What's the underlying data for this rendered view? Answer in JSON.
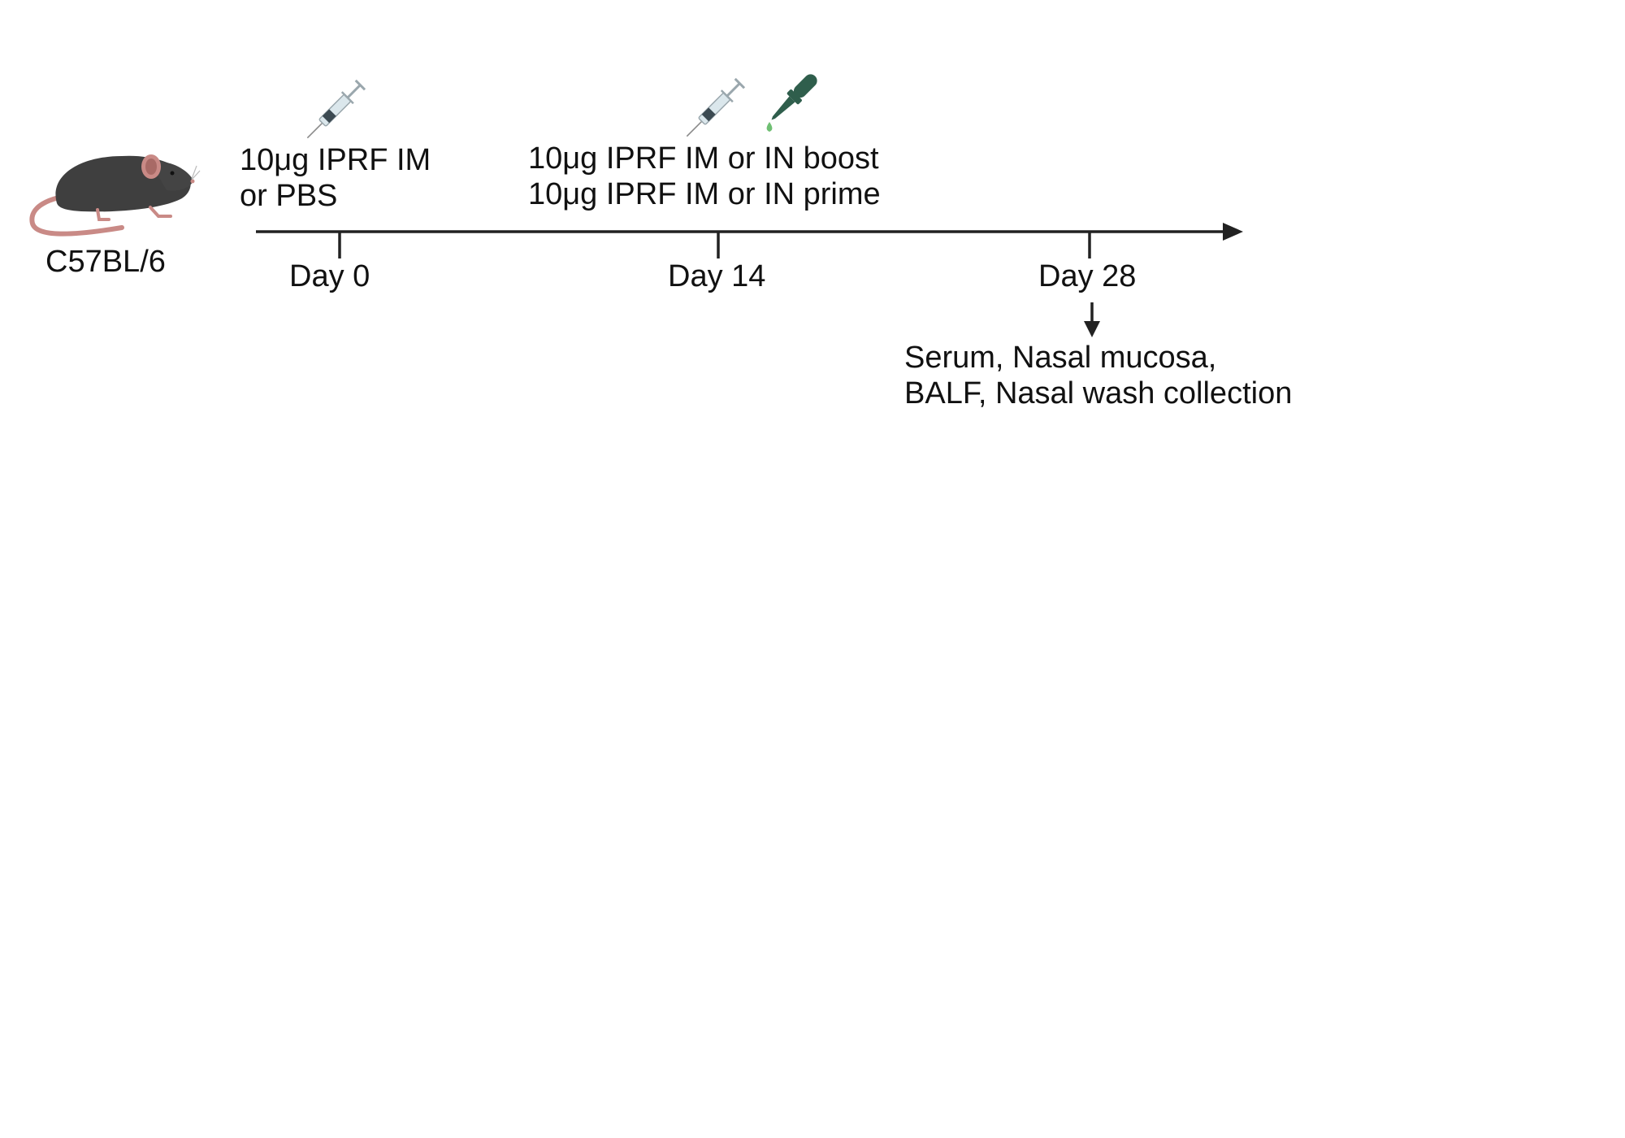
{
  "strain": "C57BL/6",
  "timeline": {
    "ticks": [
      {
        "label": "Day 0"
      },
      {
        "label": "Day 14"
      },
      {
        "label": "Day 28"
      }
    ]
  },
  "day0_note": {
    "line1": "10μg IPRF IM",
    "line2": "or PBS"
  },
  "day14_note": {
    "line1": "10μg IPRF IM or  IN boost",
    "line2": "10μg IPRF IM or IN prime"
  },
  "collection_note": {
    "line1": "Serum, Nasal mucosa,",
    "line2": "BALF, Nasal wash  collection"
  },
  "icons": {
    "animal": "mouse-icon",
    "injection": "syringe-icon",
    "intranasal": "dropper-icon"
  },
  "colors": {
    "axis": "#222222",
    "mouse_body": "#3f3f3f",
    "mouse_tail": "#c98a86",
    "dropper": "#2f5e4c",
    "drop": "#6fbf73"
  }
}
